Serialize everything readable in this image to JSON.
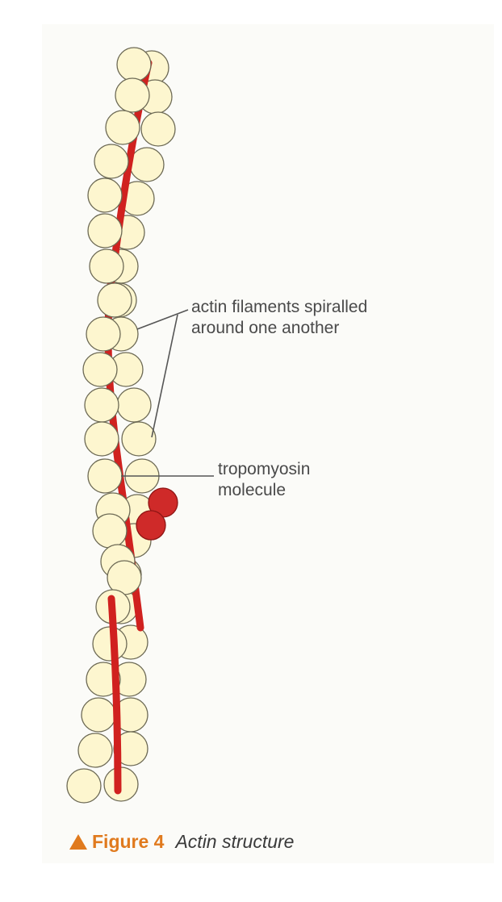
{
  "figure": {
    "labels": {
      "actin_line1": "actin filaments spiralled",
      "actin_line2": "around one another",
      "tropo_line1": "tropomyosin",
      "tropo_line2": "molecule"
    },
    "caption": {
      "number": "Figure 4",
      "title": "Actin structure"
    }
  },
  "colors": {
    "actin_fill": "#fdf6cf",
    "actin_stroke": "#6d6a55",
    "tropomyosin": "#d0211f",
    "troponin_fill": "#cf2a29",
    "leader_line": "#555555",
    "caption_accent": "#e07a1e"
  }
}
